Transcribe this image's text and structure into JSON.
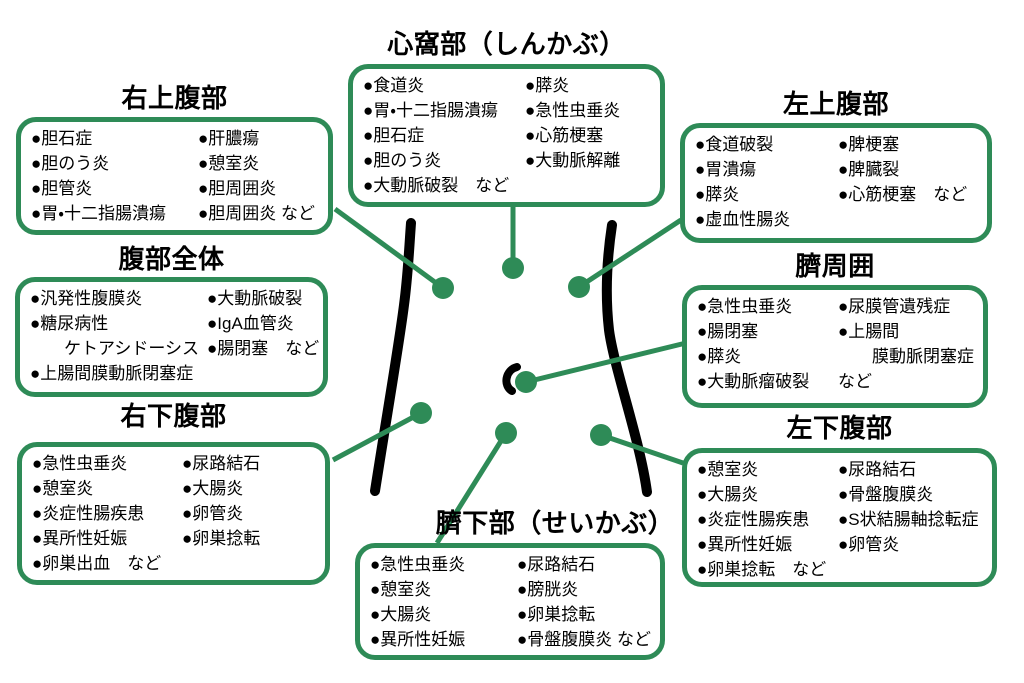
{
  "colors": {
    "accent_green": "#2e8b57",
    "ink": "#000000",
    "bg": "#ffffff"
  },
  "regions": [
    {
      "id": "epigastric",
      "title": "心窩部（しんかぶ）",
      "columns": [
        [
          "●食道炎",
          "●胃・十二指腸潰瘍",
          "●胆石症",
          "●胆のう炎",
          "●大動脈破裂　など"
        ],
        [
          "●膵炎",
          "●急性虫垂炎",
          "●心筋梗塞",
          "●大動脈解離"
        ]
      ]
    },
    {
      "id": "right-upper-abdomen",
      "title": "右上腹部",
      "columns": [
        [
          "●胆石症",
          "●胆のう炎",
          "●胆管炎",
          "●胃・十二指腸潰瘍"
        ],
        [
          "●肝膿瘍",
          "●憩室炎",
          "●胆周囲炎",
          "●胆周囲炎 など"
        ]
      ]
    },
    {
      "id": "left-upper-abdomen",
      "title": "左上腹部",
      "columns": [
        [
          "●食道破裂",
          "●胃潰瘍",
          "●膵炎",
          "●虚血性腸炎"
        ],
        [
          "●脾梗塞",
          "●脾臓裂",
          "●心筋梗塞　など"
        ]
      ]
    },
    {
      "id": "whole-abdomen",
      "title": "腹部全体",
      "columns": [
        [
          "●汎発性腹膜炎",
          "●糖尿病性",
          "　　ケトアシドーシス",
          "●上腸間膜動脈閉塞症"
        ],
        [
          "●大動脈破裂",
          "●IgA血管炎",
          "●腸閉塞　など"
        ]
      ]
    },
    {
      "id": "periumbilical",
      "title": "臍周囲",
      "columns": [
        [
          "●急性虫垂炎",
          "●腸閉塞",
          "●膵炎",
          "●大動脈瘤破裂"
        ],
        [
          "●尿膜管遺残症",
          "●上腸間",
          "　　膜動脈閉塞症",
          "など"
        ]
      ]
    },
    {
      "id": "right-lower-abdomen",
      "title": "右下腹部",
      "columns": [
        [
          "●急性虫垂炎",
          "●憩室炎",
          "●炎症性腸疾患",
          "●異所性妊娠",
          "●卵巣出血　など"
        ],
        [
          "●尿路結石",
          "●大腸炎",
          "●卵管炎",
          "●卵巣捻転"
        ]
      ]
    },
    {
      "id": "left-lower-abdomen",
      "title": "左下腹部",
      "columns": [
        [
          "●憩室炎",
          "●大腸炎",
          "●炎症性腸疾患",
          "●異所性妊娠",
          "●卵巣捻転　など"
        ],
        [
          "●尿路結石",
          "●骨盤腹膜炎",
          "●S状結腸軸捻転症",
          "●卵管炎"
        ]
      ]
    },
    {
      "id": "hypogastric",
      "title": "臍下部（せいかぶ）",
      "columns": [
        [
          "●急性虫垂炎",
          "●憩室炎",
          "●大腸炎",
          "●異所性妊娠"
        ],
        [
          "●尿路結石",
          "●膀胱炎",
          "●卵巣捻転",
          "●骨盤腹膜炎 など"
        ]
      ]
    }
  ]
}
